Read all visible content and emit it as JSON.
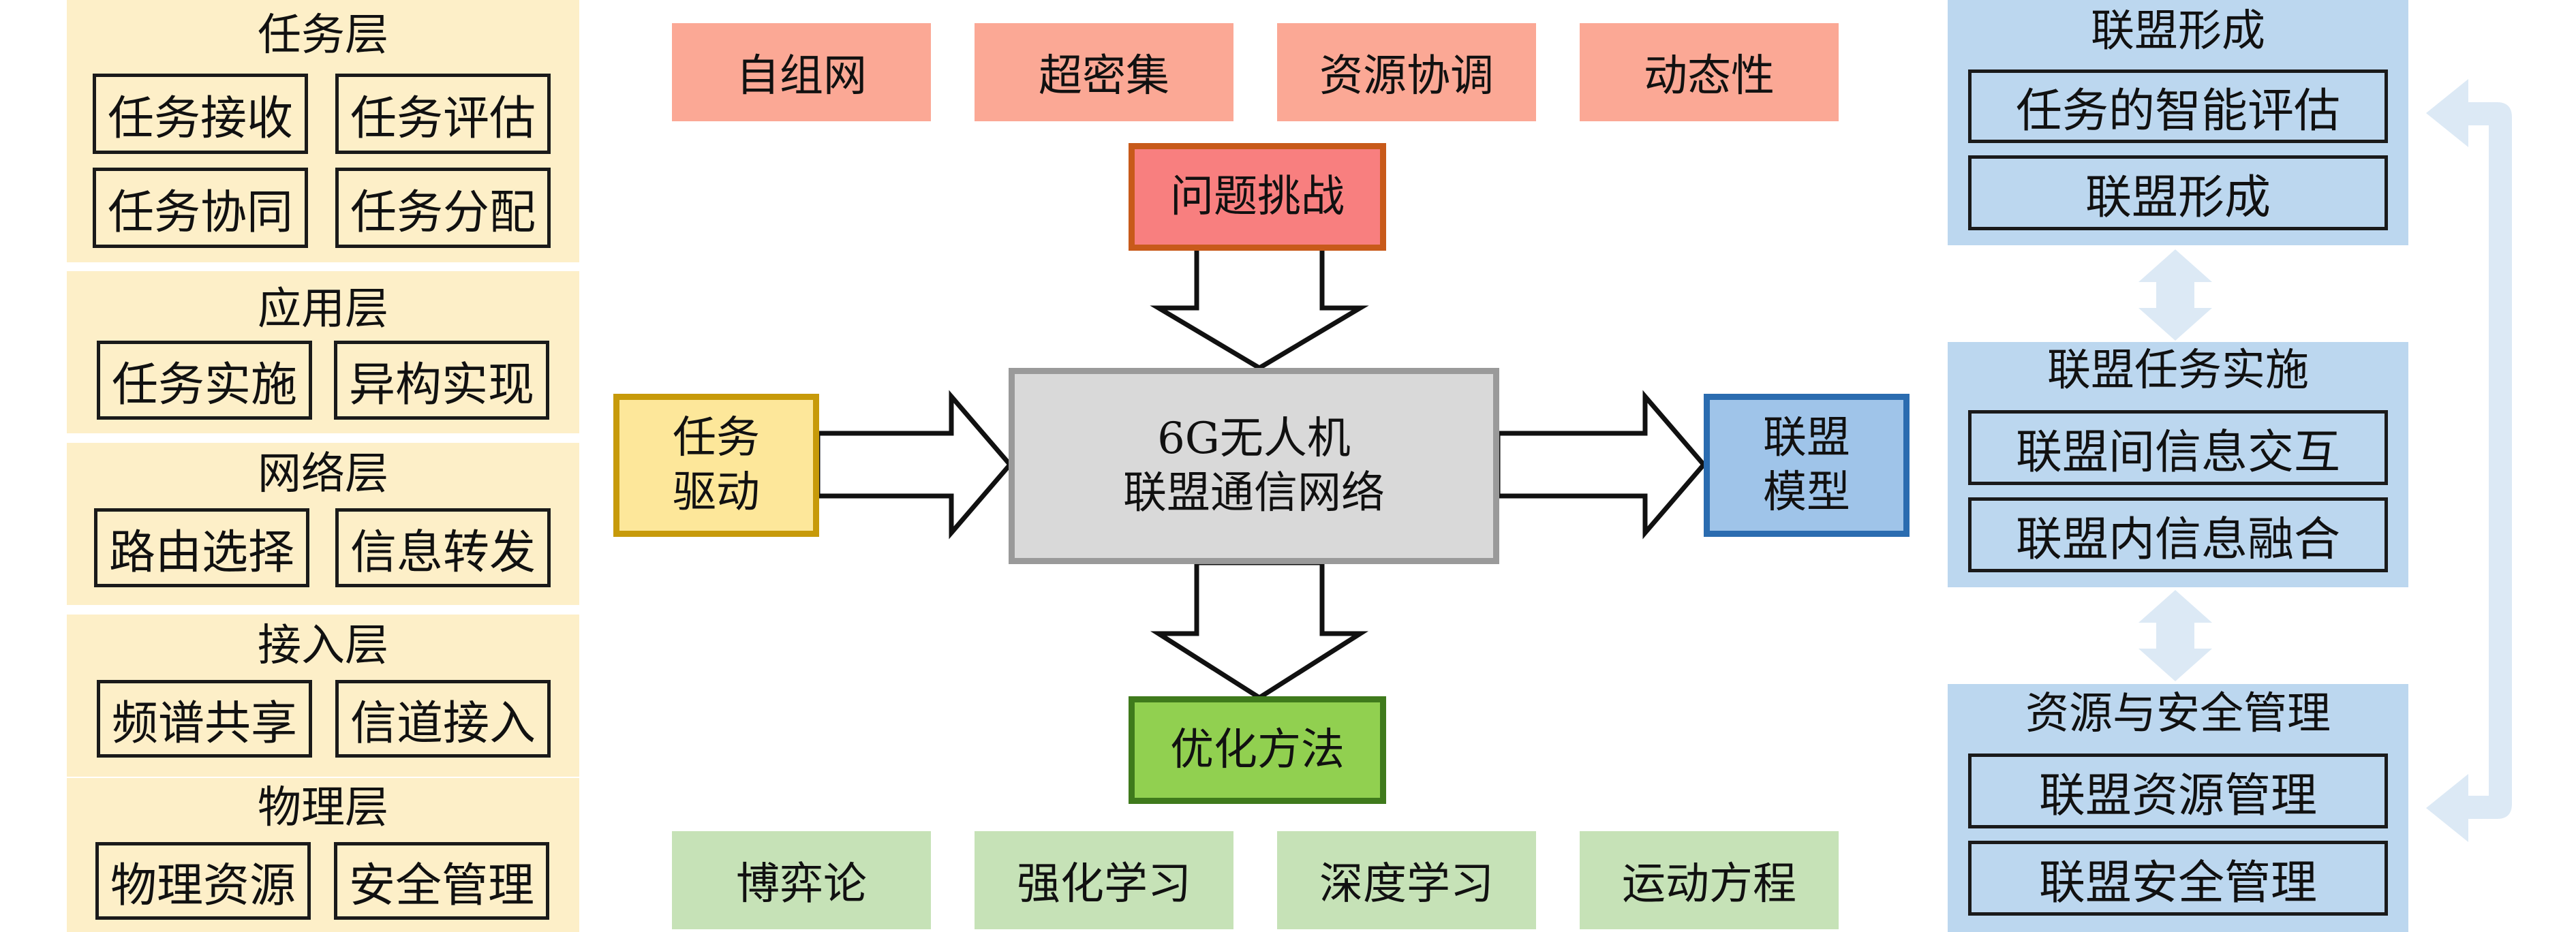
{
  "layers": [
    {
      "title": "任务层",
      "items": [
        "任务接收",
        "任务评估",
        "任务协同",
        "任务分配"
      ]
    },
    {
      "title": "应用层",
      "items": [
        "任务实施",
        "异构实现"
      ]
    },
    {
      "title": "网络层",
      "items": [
        "路由选择",
        "信息转发"
      ]
    },
    {
      "title": "接入层",
      "items": [
        "频谱共享",
        "信道接入"
      ]
    },
    {
      "title": "物理层",
      "items": [
        "物理资源",
        "安全管理"
      ]
    }
  ],
  "challenges": [
    "自组网",
    "超密集",
    "资源协调",
    "动态性"
  ],
  "methods": [
    "博弈论",
    "强化学习",
    "深度学习",
    "运动方程"
  ],
  "center": {
    "challenge_label": "问题挑战",
    "task_line1": "任务",
    "task_line2": "驱动",
    "network_line1": "6G无人机",
    "network_line2": "联盟通信网络",
    "model_line1": "联盟",
    "model_line2": "模型",
    "method_label": "优化方法"
  },
  "right_panels": [
    {
      "title": "联盟形成",
      "items": [
        "任务的智能评估",
        "联盟形成"
      ]
    },
    {
      "title": "联盟任务实施",
      "items": [
        "联盟间信息交互",
        "联盟内信息融合"
      ]
    },
    {
      "title": "资源与安全管理",
      "items": [
        "联盟资源管理",
        "联盟安全管理"
      ]
    }
  ],
  "colors": {
    "layer_panel": "#fdefc8",
    "challenge_tag": "#fba895",
    "challenge_box": "#f87f7f",
    "task_box": "#fde79a",
    "network_box": "#d9d9d9",
    "model_box": "#9fc4e9",
    "method_box": "#91d050",
    "method_tag": "#c6e2b7",
    "right_panel": "#bcd7ef",
    "feedback_arrow": "#dce9f5"
  }
}
